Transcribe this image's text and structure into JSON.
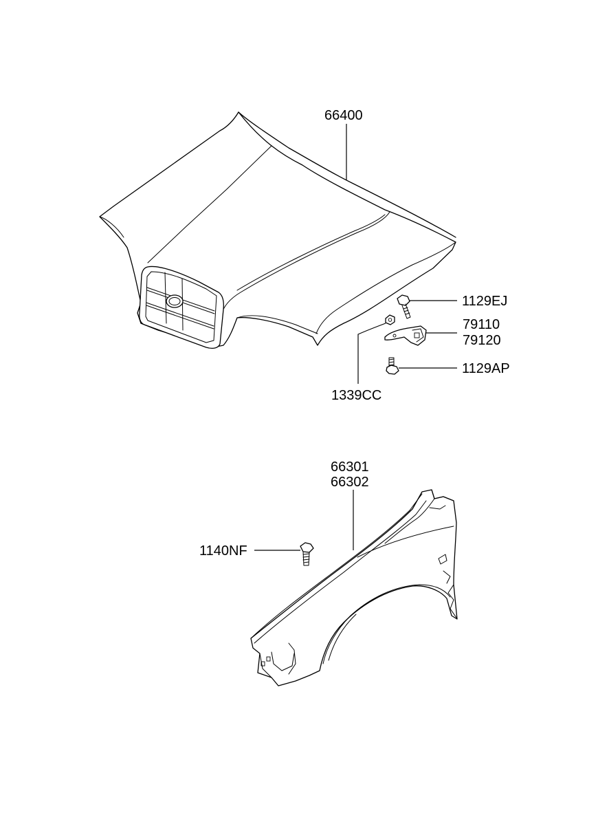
{
  "diagram": {
    "labels": {
      "hood": "66400",
      "hood_bolt": "1129EJ",
      "latch_upper": "79110",
      "latch_lower": "79120",
      "latch_bolt": "1129AP",
      "nut": "1339CC",
      "fender_left": "66301",
      "fender_right": "66302",
      "fender_bolt": "1140NF"
    }
  }
}
